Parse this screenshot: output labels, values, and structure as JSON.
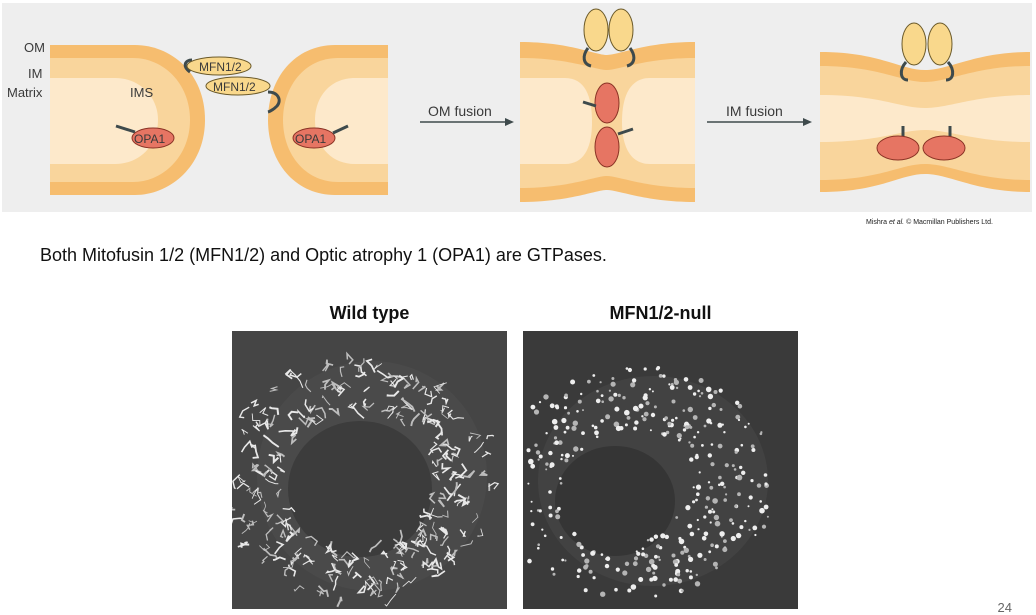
{
  "diagram": {
    "labels": {
      "om": "OM",
      "im": "IM",
      "matrix": "Matrix",
      "ims": "IMS",
      "mfn_top": "MFN1/2",
      "mfn_bottom": "MFN1/2",
      "opa_left": "OPA1",
      "opa_right": "OPA1",
      "om_fusion": "OM fusion",
      "im_fusion": "IM fusion"
    },
    "colors": {
      "background": "#eeeeee",
      "outer_membrane": "#f6bd6f",
      "ims_space": "#f9d59c",
      "matrix": "#fde9cb",
      "mfn": "#f9d88c",
      "opa": "#e67563",
      "tether": "#3e4a4c"
    },
    "credit": {
      "authors": "Mishra ",
      "et_al": "et al.",
      "publisher": " © Macmillan Publishers Ltd."
    }
  },
  "caption": "Both Mitofusin 1/2 (MFN1/2) and Optic atrophy 1 (OPA1) are GTPases.",
  "micrographs": [
    {
      "title": "Wild type",
      "pattern": "tubular network"
    },
    {
      "title": "MFN1/2-null",
      "pattern": "fragmented puncta"
    }
  ],
  "page_number": "24"
}
